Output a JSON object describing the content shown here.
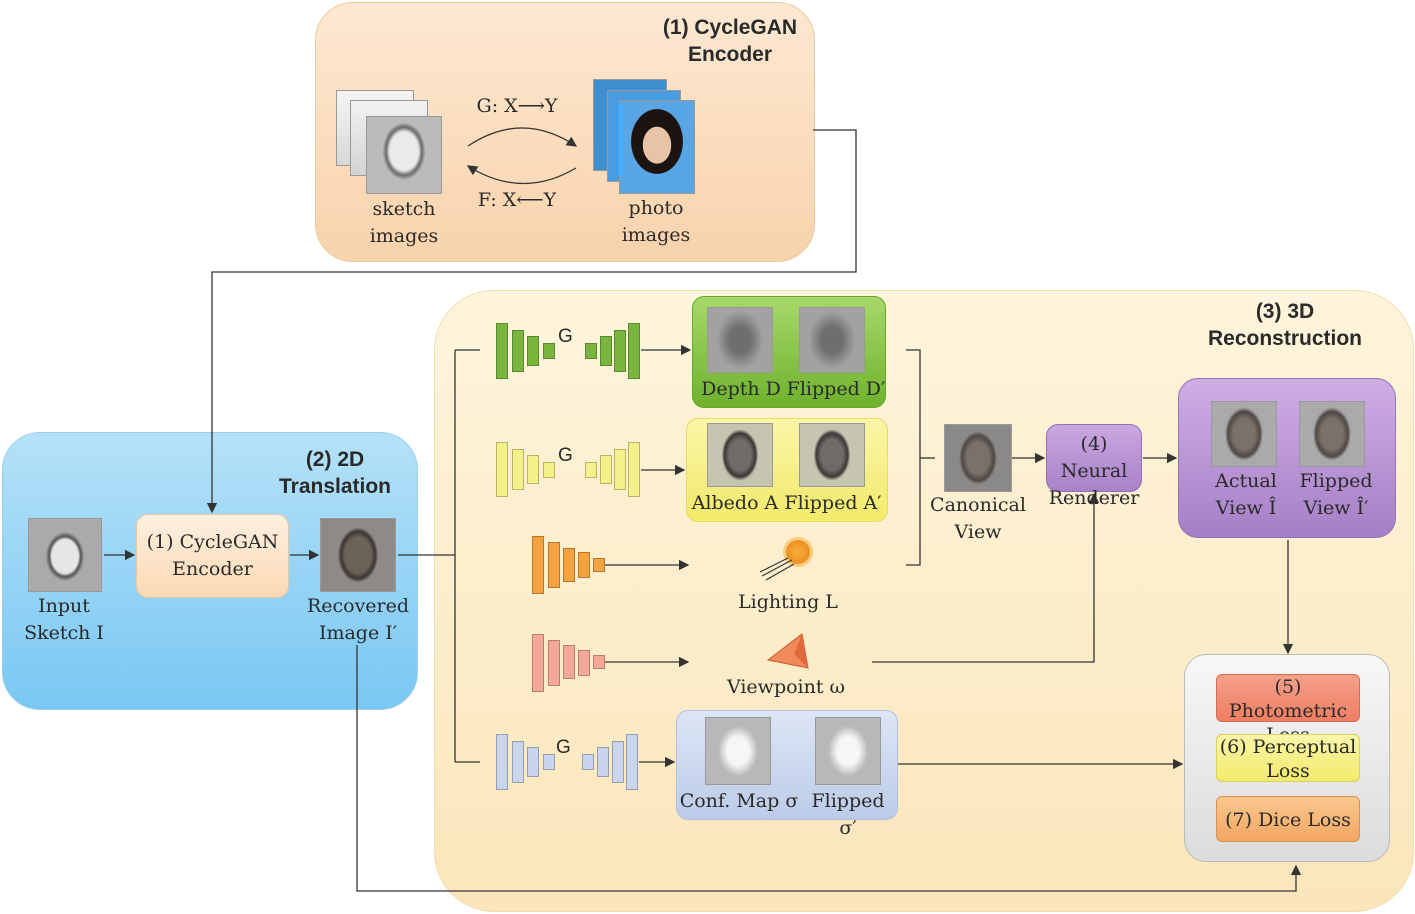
{
  "panels": {
    "cyclegan": {
      "title_line1": "(1) CycleGAN",
      "title_line2": "Encoder",
      "sketch_label_1": "sketch",
      "sketch_label_2": "images",
      "photo_label_1": "photo",
      "photo_label_2": "images",
      "g_mapping": "G: X⟶Y",
      "f_mapping": "F: X⟵Y"
    },
    "translation": {
      "title_line1": "(2) 2D",
      "title_line2": "Translation",
      "input_label_1": "Input",
      "input_label_2": "Sketch I",
      "encoder_line1": "(1) CycleGAN",
      "encoder_line2": "Encoder",
      "recovered_label_1": "Recovered",
      "recovered_label_2": "Image I′"
    },
    "reconstruction": {
      "title_line1": "(3) 3D",
      "title_line2": "Reconstruction",
      "g_label": "G",
      "depth_label": "Depth D",
      "depth_flipped_label": "Flipped D′",
      "albedo_label": "Albedo A",
      "albedo_flipped_label": "Flipped A′",
      "lighting_label": "Lighting L",
      "viewpoint_label": "Viewpoint ω",
      "conf_label": "Conf. Map σ",
      "conf_flipped_label": "Flipped σ′",
      "canonical_line1": "Canonical",
      "canonical_line2": "View",
      "renderer_line1": "(4) Neural",
      "renderer_line2": "Renderer",
      "actual_line1": "Actual",
      "actual_line2": "View Î",
      "flipped_line1": "Flipped",
      "flipped_line2": "View Î′",
      "photometric_line1": "(5) Photometric",
      "photometric_line2": "Loss",
      "perceptual_line1": "(6) Perceptual",
      "perceptual_line2": "Loss",
      "dice": "(7) Dice Loss"
    }
  },
  "colors": {
    "cyclegan_panel": "#fbe3c8",
    "translation_panel": "#8dd0f5",
    "reconstruction_panel": "#fdf0cf",
    "depth_box": "#7fbf3a",
    "albedo_box": "#f4ee7a",
    "conf_box": "#c5d3ec",
    "renderer_box": "#b58ed0",
    "output_box": "#b48dce",
    "photometric": "#f08a70",
    "perceptual": "#f6f080",
    "dice": "#f6b16e"
  }
}
